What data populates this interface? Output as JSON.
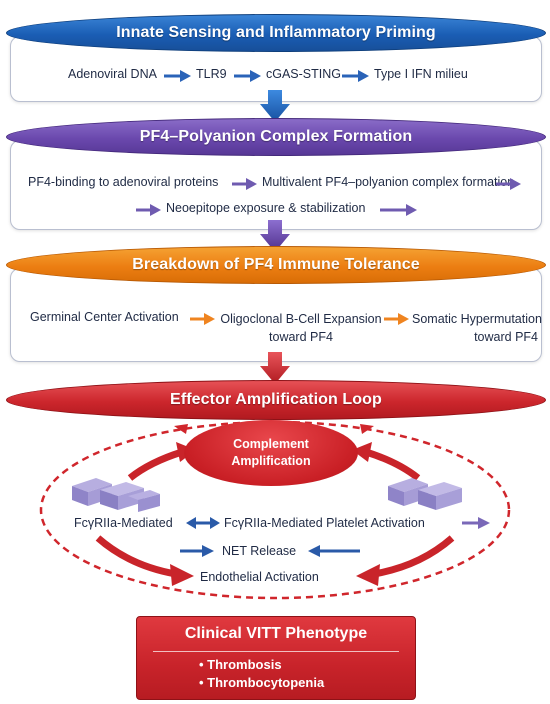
{
  "stage1": {
    "title": "Innate Sensing and Inflammatory Priming",
    "steps": [
      "Adenoviral DNA",
      "TLR9",
      "cGAS-STING",
      "Type I IFN milieu"
    ]
  },
  "stage2": {
    "title": "PF4–Polyanion Complex Formation",
    "line1_a": "PF4-binding to adenoviral proteins",
    "line1_b": "Multivalent PF4–polyanion complex formation",
    "line2": "Neoepitope exposure & stabilization"
  },
  "stage3": {
    "title": "Breakdown of PF4 Immune Tolerance",
    "step1": "Germinal Center Activation",
    "step2_line1": "Oligoclonal B-Cell Expansion",
    "step2_line2": "toward PF4",
    "step3_line1": "Somatic Hypermutation",
    "step3_line2": "toward PF4"
  },
  "stage4": {
    "title": "Effector Amplification Loop",
    "complement_line1": "Complement",
    "complement_line2": "Amplification",
    "fc_left": "FcγRIIa-Mediated",
    "fc_right": "FcγRIIa-Mediated Platelet Activation",
    "net": "NET Release",
    "endothelial": "Endothelial Activation"
  },
  "clinical": {
    "title": "Clinical VITT Phenotype",
    "items": [
      "Thrombosis",
      "Thrombocytopenia"
    ]
  },
  "colors": {
    "blue": "#1a5db4",
    "purple": "#6a48ad",
    "orange": "#ec7e12",
    "red": "#cc262c",
    "arrow_blue": "#2a63b8",
    "arrow_purple": "#6f5bb0",
    "arrow_orange": "#ef8420"
  }
}
